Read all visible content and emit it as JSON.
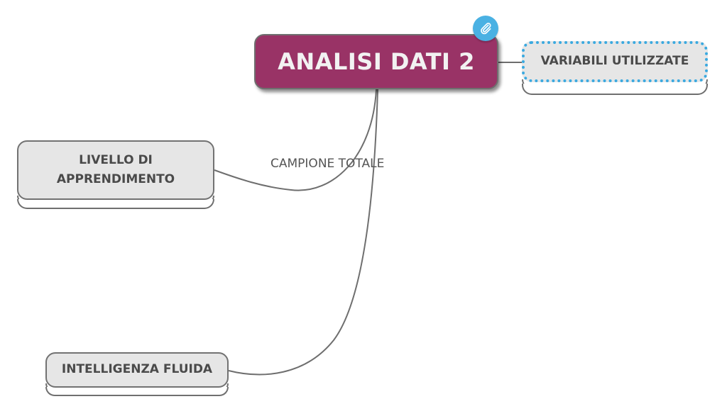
{
  "mindmap": {
    "root": {
      "label": "ANALISI DATI 2",
      "icon": "paperclip-icon",
      "color": "#993366",
      "badge_color": "#4ab1e3"
    },
    "children": [
      {
        "label": "VARIABILI UTILIZZATE",
        "selected": true,
        "selection_color": "#3aa9e0"
      },
      {
        "label": "LIVELLO DI APPRENDIMENTO",
        "line1": "LIVELLO DI",
        "line2": "APPRENDIMENTO"
      },
      {
        "label": "INTELLIGENZA FLUIDA"
      }
    ],
    "edge_label": "CAMPIONE TOTALE"
  }
}
